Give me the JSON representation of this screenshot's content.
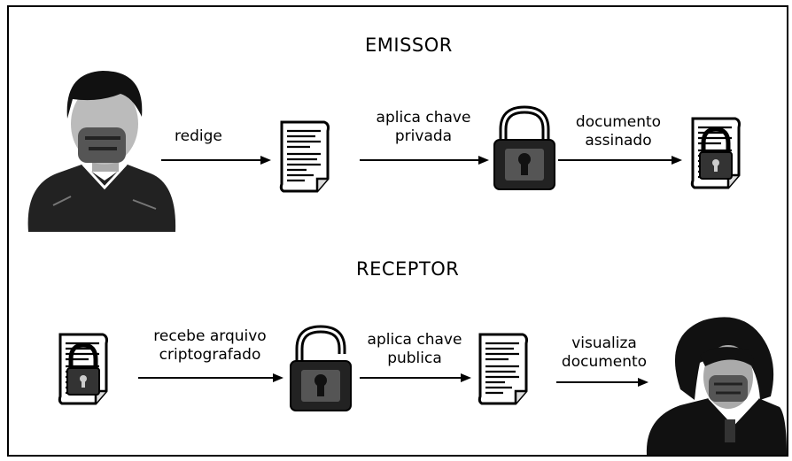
{
  "emissor": {
    "title": "EMISSOR",
    "step1": "redige",
    "step2": [
      "aplica chave",
      "privada"
    ],
    "step3": [
      "documento",
      "assinado"
    ]
  },
  "receptor": {
    "title": "RECEPTOR",
    "step1": [
      "recebe arquivo",
      "criptografado"
    ],
    "step2": [
      "aplica chave",
      "publica"
    ],
    "step3": [
      "visualiza",
      "documento"
    ]
  }
}
